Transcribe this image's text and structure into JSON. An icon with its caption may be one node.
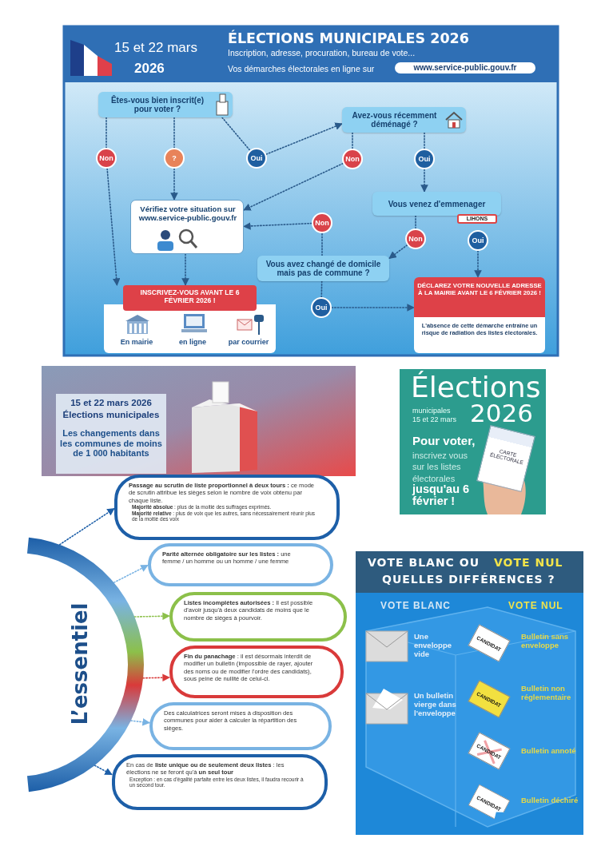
{
  "diagram": {
    "title": "ÉLECTIONS MUNICIPALES 2026",
    "nodes": [
      {
        "text": [
          "Êtes-vous bien inscrit(e) pour voter ?"
        ]
      },
      {
        "text": [
          "Non"
        ]
      },
      {
        "text": [
          "?"
        ]
      },
      {
        "text": [
          "Oui"
        ]
      },
      {
        "text": [
          "Avez-vous récemment déménagé ?"
        ]
      },
      {
        "text": [
          "Non"
        ]
      },
      {
        "text": [
          "Oui"
        ]
      },
      {
        "text": [
          "Vérifiez votre situation sur www.service-public.gouv.fr"
        ]
      },
      {
        "text": [
          "Vous venez d'emmenager"
        ]
      },
      {
        "text": [
          "Non"
        ]
      },
      {
        "text": [
          "Non"
        ]
      },
      {
        "text": [
          "Oui"
        ]
      },
      {
        "text": [
          "Vous avez changé de domicile mais pas de commune ?"
        ]
      },
      {
        "text": [
          "INSCRIVEZ-VOUS AVANT LE 6 FÉVRIER 2026 !",
          "En mairie",
          "en ligne",
          "par courrier"
        ]
      },
      {
        "text": [
          "Oui"
        ]
      },
      {
        "text": [
          "DÉCLAREZ VOTRE NOUVELLE ADRESSE À LA MAIRIE AVANT LE 6 FÉVRIER 2026 !",
          "L'absence de cette démarche entraîne un risque de radiation des listes électorales."
        ]
      },
      {
        "text": [
          "L’essentiel"
        ]
      },
      {
        "text": [
          "**Passage au scrutin de liste proportionnel à deux tours :** ce mode de scrutin attribue les sièges selon le nombre de voix obtenu par chaque liste.",
          "**Majorité absolue** : plus de la moitié des suffrages exprimés.",
          "**Majorité relative** : plus de voix que les autres, sans nécessairement réunir plus de la moitié des voix"
        ]
      },
      {
        "text": [
          "**Parité alternée obligatoire sur les listes :** une femme / un homme ou un homme / une femme"
        ]
      },
      {
        "text": [
          "**Listes incomplètes autorisées :** Il est possible d'avoir jusqu'à deux candidats de moins que le nombre de sièges à pourvoir."
        ]
      },
      {
        "text": [
          "**Fin du panachage** : il est désormais interdit de modifier un bulletin (impossible de rayer, ajouter des noms ou de modifier l'ordre des candidats), sous peine de nullité de celui-ci."
        ]
      },
      {
        "text": [
          "Des calculatrices seront mises à disposition des communes pour aider à calculer la répartition des sièges."
        ]
      },
      {
        "text": [
          "En cas de **liste unique ou de seulement deux listes** : les élections ne se feront qu'à **un seul tour**",
          "Exception : en cas d'égalité parfaite entre les deux listes, il faudra recourir à un second tour."
        ]
      }
    ],
    "edges": [
      {
        "from": 0,
        "to": 1,
        "arrow": "none",
        "style": "dashed"
      },
      {
        "from": 1,
        "to": 13,
        "arrow": "to",
        "style": "dashed"
      },
      {
        "from": 0,
        "to": 2,
        "arrow": "none",
        "style": "dashed"
      },
      {
        "from": 2,
        "to": 7,
        "arrow": "to",
        "style": "dashed"
      },
      {
        "from": 0,
        "to": 3,
        "arrow": "none",
        "style": "dashed"
      },
      {
        "from": 3,
        "to": 4,
        "arrow": "to",
        "style": "dashed"
      },
      {
        "from": 4,
        "to": 5,
        "arrow": "none",
        "style": "dashed"
      },
      {
        "from": 5,
        "to": 7,
        "arrow": "to",
        "style": "dashed"
      },
      {
        "from": 4,
        "to": 6,
        "arrow": "none",
        "style": "dashed"
      },
      {
        "from": 6,
        "to": 8,
        "arrow": "to",
        "style": "dashed"
      },
      {
        "from": 8,
        "to": 10,
        "arrow": "none",
        "style": "dashed"
      },
      {
        "from": 10,
        "to": 12,
        "arrow": "to",
        "style": "dashed"
      },
      {
        "from": 11,
        "to": 15,
        "arrow": "to",
        "style": "dashed"
      },
      {
        "from": 12,
        "to": 9,
        "arrow": "none",
        "style": "dashed"
      },
      {
        "from": 9,
        "to": 7,
        "arrow": "to",
        "style": "dashed"
      },
      {
        "from": 12,
        "to": 14,
        "arrow": "none",
        "style": "dashed"
      },
      {
        "from": 14,
        "to": 15,
        "arrow": "to",
        "style": "dashed"
      },
      {
        "from": 7,
        "to": 13,
        "arrow": "to",
        "style": "dashed"
      },
      {
        "from": 16,
        "to": 17,
        "arrow": "to",
        "style": "dashed",
        "color": "#1d5fa8"
      },
      {
        "from": 16,
        "to": 18,
        "arrow": "to",
        "style": "dashed",
        "color": "#79b3e3"
      },
      {
        "from": 16,
        "to": 19,
        "arrow": "to",
        "style": "dashed",
        "color": "#8cc04a"
      },
      {
        "from": 16,
        "to": 20,
        "arrow": "to",
        "style": "dashed",
        "color": "#d93a3a"
      },
      {
        "from": 16,
        "to": 21,
        "arrow": "to",
        "style": "dashed",
        "color": "#79b3e3"
      },
      {
        "from": 16,
        "to": 22,
        "arrow": "to",
        "style": "dashed",
        "color": "#1d5fa8"
      }
    ],
    "labels": [
      "15 et 22 mars",
      "2026",
      "Inscription, adresse, procuration, bureau de vote...",
      "Vos démarches électorales en ligne sur",
      "www.service-public.gouv.fr",
      "LIHONS",
      "15 et 22 mars 2026",
      "Élections municipales",
      "Les changements dans les communes de moins de 1 000 habitants",
      "Élections",
      "municipales",
      "15 et 22 mars",
      "2026",
      "Pour voter,",
      "inscrivez vous sur les listes électorales",
      "jusqu'au 6 février !",
      "CARTE ÉLECTORALE",
      "VOTE BLANC OU",
      "VOTE NUL",
      "QUELLES DIFFÉRENCES ?",
      "VOTE BLANC",
      "VOTE NUL",
      "Une enveloppe vide",
      "CANDIDAT",
      "Bulletin sans enveloppe",
      "CANDIDAT",
      "Bulletin non réglementaire",
      "Un bulletin vierge dans l'enveloppe",
      "CANDIDAT",
      "Bulletin annoté",
      "CANDIDAT",
      "Bulletin déchiré"
    ]
  }
}
